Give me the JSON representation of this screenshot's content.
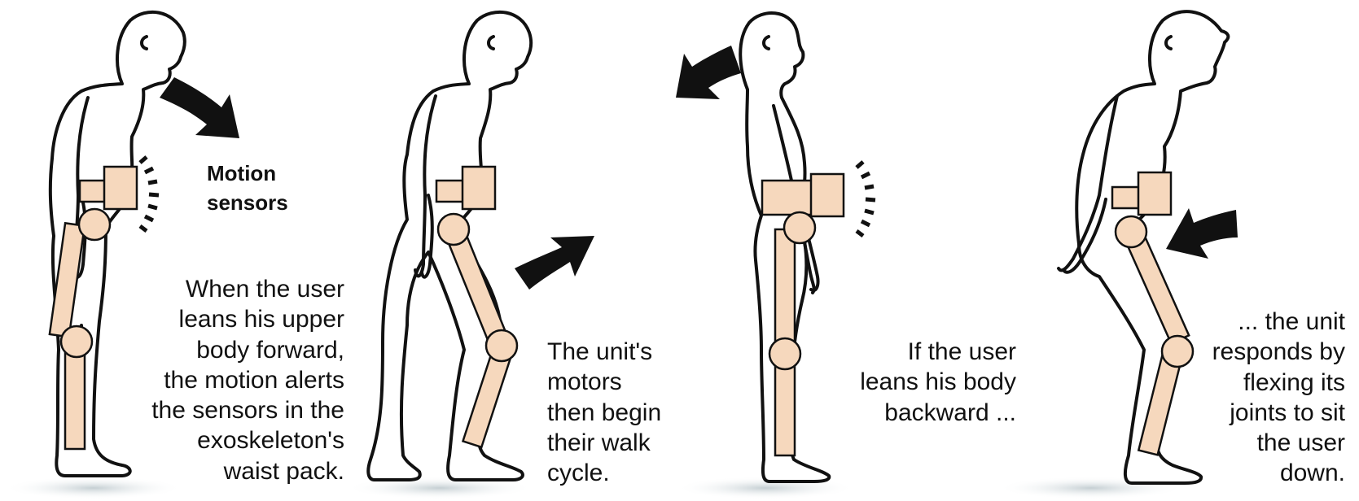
{
  "labels": {
    "motion_sensors": [
      "Motion",
      "sensors"
    ]
  },
  "panels": [
    {
      "step": "lean-forward",
      "caption_lines": [
        "When the user",
        "leans his upper",
        "body forward,",
        "the motion alerts",
        "the sensors in the",
        "exoskeleton's",
        "waist pack."
      ]
    },
    {
      "step": "walk-cycle",
      "caption_lines": [
        "The unit's",
        "motors",
        "then begin",
        "their walk",
        "cycle."
      ]
    },
    {
      "step": "lean-backward",
      "caption_lines": [
        "If the user",
        "leans his body",
        "backward ..."
      ]
    },
    {
      "step": "sit-down",
      "caption_lines": [
        "... the unit",
        "responds by",
        "flexing its",
        "joints to sit",
        "the user",
        "down."
      ]
    }
  ],
  "colors": {
    "exoskeleton": "#f6d8bd",
    "outline": "#111111",
    "arrow": "#111111",
    "shadow": "#cfd6d9"
  }
}
